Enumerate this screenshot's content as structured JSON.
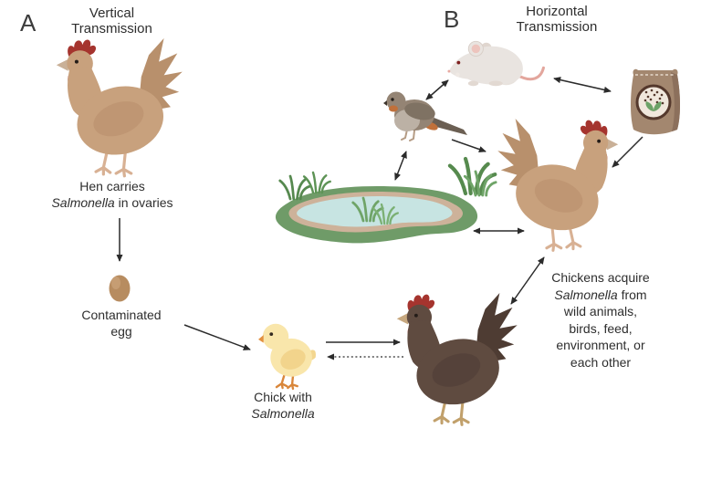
{
  "panelA": {
    "label": "A",
    "title": {
      "line1": "Vertical",
      "line2": "Transmission"
    },
    "hen_caption": {
      "line1": "Hen carries",
      "line2_italic": "Salmonella",
      "line2_rest": " in ovaries"
    },
    "egg_caption": {
      "line1": "Contaminated",
      "line2": "egg"
    },
    "chick_caption": {
      "line1": "Chick with",
      "line2_italic": "Salmonella"
    },
    "figures": [
      "hen",
      "egg",
      "chick"
    ]
  },
  "panelB": {
    "label": "B",
    "title": {
      "line1": "Horizontal",
      "line2": "Transmission"
    },
    "caption": {
      "line1": "Chickens acquire",
      "line2_italic": "Salmonella",
      "line2_rest": " from",
      "line3": "wild animals,",
      "line4": "birds, feed,",
      "line5": "environment, or",
      "line6": "each other"
    },
    "figures": [
      "mouse",
      "wild-bird",
      "feed-bag",
      "pond",
      "hen",
      "brown-chicken"
    ]
  },
  "colors": {
    "text": "#2e2e2e",
    "arrow": "#2b2b2b",
    "hen_body": "#c8a17d",
    "dark_hen_body": "#5f4b40",
    "comb_red": "#a5342e",
    "chick_yellow": "#f9e6ab",
    "pond_water": "#c7e4e2",
    "pond_grass_green": "#6f9b68",
    "pond_rim_tan": "#cdb29a",
    "feed_bag_brown": "#a3876f",
    "mouse_white": "#e9e4e0",
    "bird_brown": "#948474"
  }
}
